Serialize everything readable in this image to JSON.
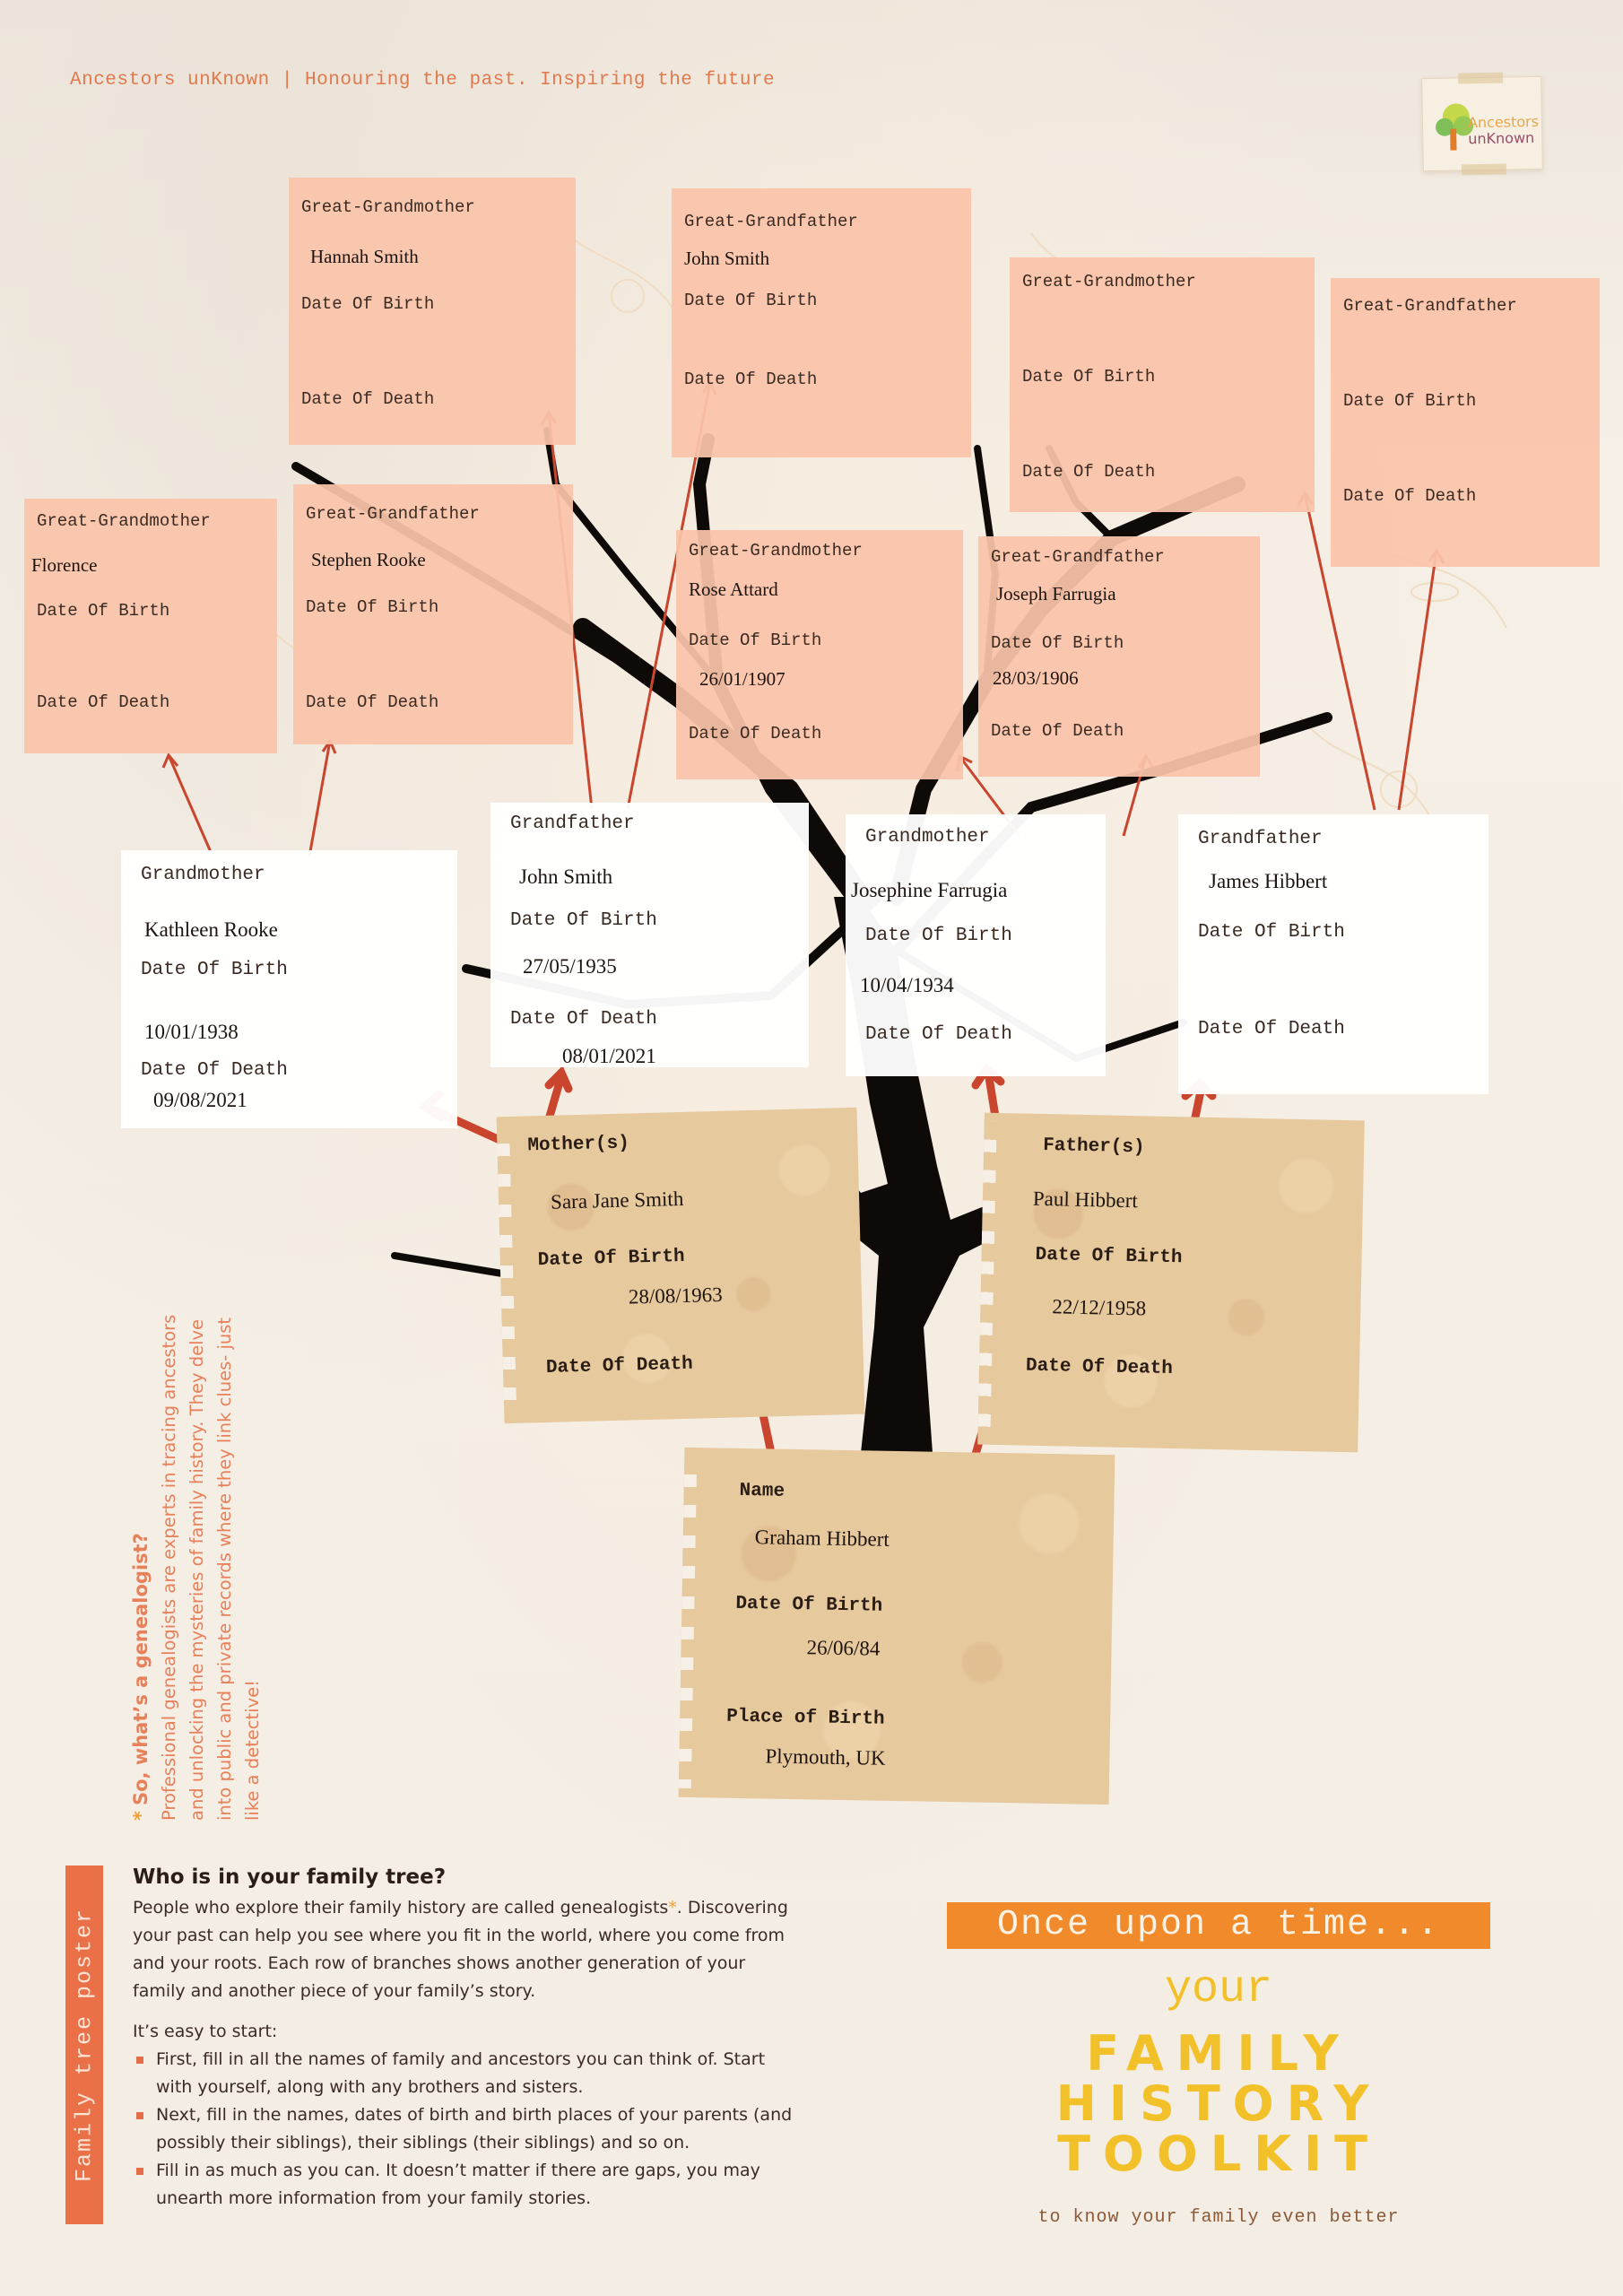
{
  "header": {
    "tagline": "Ancestors unKnown | Honouring the past. Inspiring the future",
    "logo_line1": "Ancestors",
    "logo_line2": "unKnown"
  },
  "colors": {
    "background": "#f3ebe0",
    "great_grandparent_card": "#fac4aa",
    "grandparent_card": "#ffffff",
    "parent_card": "#e7c99e",
    "arrow": "#c9452e",
    "accent_orange": "#f08a2a",
    "accent_yellow": "#f2c12a",
    "side_text": "#e8805a"
  },
  "tree": {
    "great_grandparents": [
      {
        "role": "Great-Grandmother",
        "name": "Florence",
        "dob_label": "Date Of Birth",
        "dob": "",
        "dod_label": "Date Of Death",
        "dod": ""
      },
      {
        "role": "Great-Grandfather",
        "name": "Stephen Rooke",
        "dob_label": "Date Of Birth",
        "dob": "",
        "dod_label": "Date Of Death",
        "dod": ""
      },
      {
        "role": "Great-Grandmother",
        "name": "Hannah Smith",
        "dob_label": "Date Of Birth",
        "dob": "",
        "dod_label": "Date Of Death",
        "dod": ""
      },
      {
        "role": "Great-Grandfather",
        "name": "John Smith",
        "dob_label": "Date Of Birth",
        "dob": "",
        "dod_label": "Date Of Death",
        "dod": ""
      },
      {
        "role": "Great-Grandmother",
        "name": "Rose Attard",
        "dob_label": "Date Of Birth",
        "dob": "26/01/1907",
        "dod_label": "Date Of Death",
        "dod": ""
      },
      {
        "role": "Great-Grandfather",
        "name": "Joseph Farrugia",
        "dob_label": "Date Of Birth",
        "dob": "28/03/1906",
        "dod_label": "Date Of Death",
        "dod": ""
      },
      {
        "role": "Great-Grandmother",
        "name": "",
        "dob_label": "Date Of Birth",
        "dob": "",
        "dod_label": "Date Of Death",
        "dod": ""
      },
      {
        "role": "Great-Grandfather",
        "name": "",
        "dob_label": "Date Of Birth",
        "dob": "",
        "dod_label": "Date Of Death",
        "dod": ""
      }
    ],
    "grandparents": [
      {
        "role": "Grandmother",
        "name": "Kathleen Rooke",
        "dob_label": "Date Of Birth",
        "dob": "10/01/1938",
        "dod_label": "Date Of Death",
        "dod": "09/08/2021"
      },
      {
        "role": "Grandfather",
        "name": "John Smith",
        "dob_label": "Date Of Birth",
        "dob": "27/05/1935",
        "dod_label": "Date Of Death",
        "dod": "08/01/2021"
      },
      {
        "role": "Grandmother",
        "name": "Josephine Farrugia",
        "dob_label": "Date Of Birth",
        "dob": "10/04/1934",
        "dod_label": "Date Of Death",
        "dod": ""
      },
      {
        "role": "Grandfather",
        "name": "James Hibbert",
        "dob_label": "Date Of Birth",
        "dob": "",
        "dod_label": "Date Of Death",
        "dod": ""
      }
    ],
    "parents": [
      {
        "role": "Mother(s)",
        "name": "Sara Jane Smith",
        "dob_label": "Date Of Birth",
        "dob": "28/08/1963",
        "dod_label": "Date Of Death",
        "dod": ""
      },
      {
        "role": "Father(s)",
        "name": "Paul Hibbert",
        "dob_label": "Date Of Birth",
        "dob": "22/12/1958",
        "dod_label": "Date Of Death",
        "dod": ""
      }
    ],
    "self": {
      "name_label": "Name",
      "name": "Graham Hibbert",
      "dob_label": "Date Of Birth",
      "dob": "26/06/84",
      "pob_label": "Place of Birth",
      "pob": "Plymouth, UK"
    }
  },
  "side_note": {
    "title": "So, what’s a genealogist?",
    "body": "Professional genealogists are experts in tracing ancestors and unlocking the mysteries of family history. They delve into public and private records where they link clues- just like a detective!"
  },
  "banner_vertical": "Family tree poster",
  "info": {
    "title": "Who is in your family tree?",
    "intro_part1": "People who explore their family history are called genealogists",
    "intro_star": "*",
    "intro_part2": ". Discovering your past can help you see where you fit in the world, where you come from and your roots. Each row of branches shows another generation of your family and another piece of your family’s story.",
    "easy_start": "It’s easy to start:",
    "steps": [
      "First, fill in all the names of family and ancestors you can think of. Start with yourself, along with any brothers and sisters.",
      "Next, fill in the names, dates of birth and birth places of your parents (and possibly their siblings), their siblings (their siblings) and so on.",
      "Fill in as much as you can. It doesn’t matter if there are gaps, you may unearth more information from your family stories."
    ]
  },
  "title_block": {
    "once": "Once upon a time...",
    "your": "your",
    "line1": "FAMILY",
    "line2": "HISTORY",
    "line3": "TOOLKIT",
    "subtitle": "to know your family even better"
  }
}
